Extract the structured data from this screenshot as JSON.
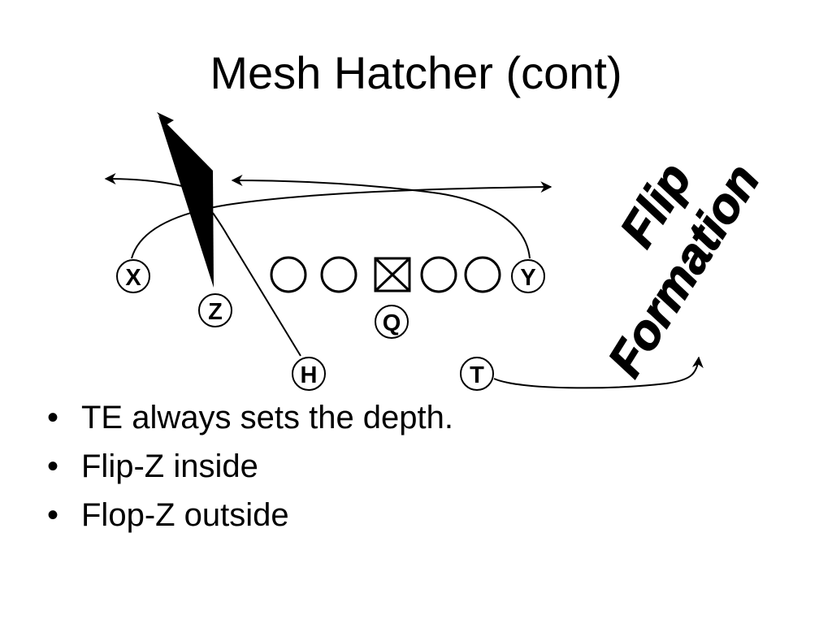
{
  "title": "Mesh Hatcher (cont)",
  "players": {
    "x": "X",
    "y": "Y",
    "z": "Z",
    "q": "Q",
    "h": "H",
    "t": "T"
  },
  "stamp": {
    "line1": "Flip",
    "line2": "Formation"
  },
  "bullets": [
    "TE always sets the depth.",
    "Flip-Z inside",
    "Flop-Z outside"
  ]
}
